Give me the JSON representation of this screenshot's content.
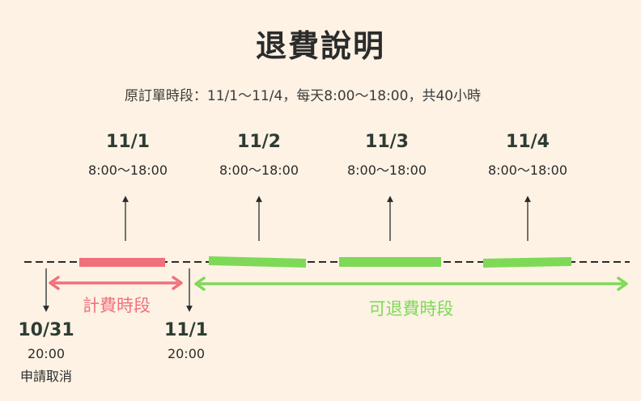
{
  "title": "退費說明",
  "subtitle": "原訂單時段：11/1～11/4，每天8:00～18:00，共40小時",
  "days": [
    {
      "date": "11/1",
      "time": "8:00～18:00"
    },
    {
      "date": "11/2",
      "time": "8:00～18:00"
    },
    {
      "date": "11/3",
      "time": "8:00～18:00"
    },
    {
      "date": "11/4",
      "time": "8:00～18:00"
    }
  ],
  "ranges": {
    "billing": {
      "label": "計費時段",
      "color": "#f0707c"
    },
    "refundable": {
      "label": "可退費時段",
      "color": "#7ed957"
    }
  },
  "markers": [
    {
      "date": "10/31",
      "time": "20:00",
      "note": "申請取消"
    },
    {
      "date": "11/1",
      "time": "20:00",
      "note": ""
    }
  ],
  "colors": {
    "timeline": "#2b2b2b",
    "billing_bar": "#f0707c",
    "refund_bar": "#7ed957"
  }
}
